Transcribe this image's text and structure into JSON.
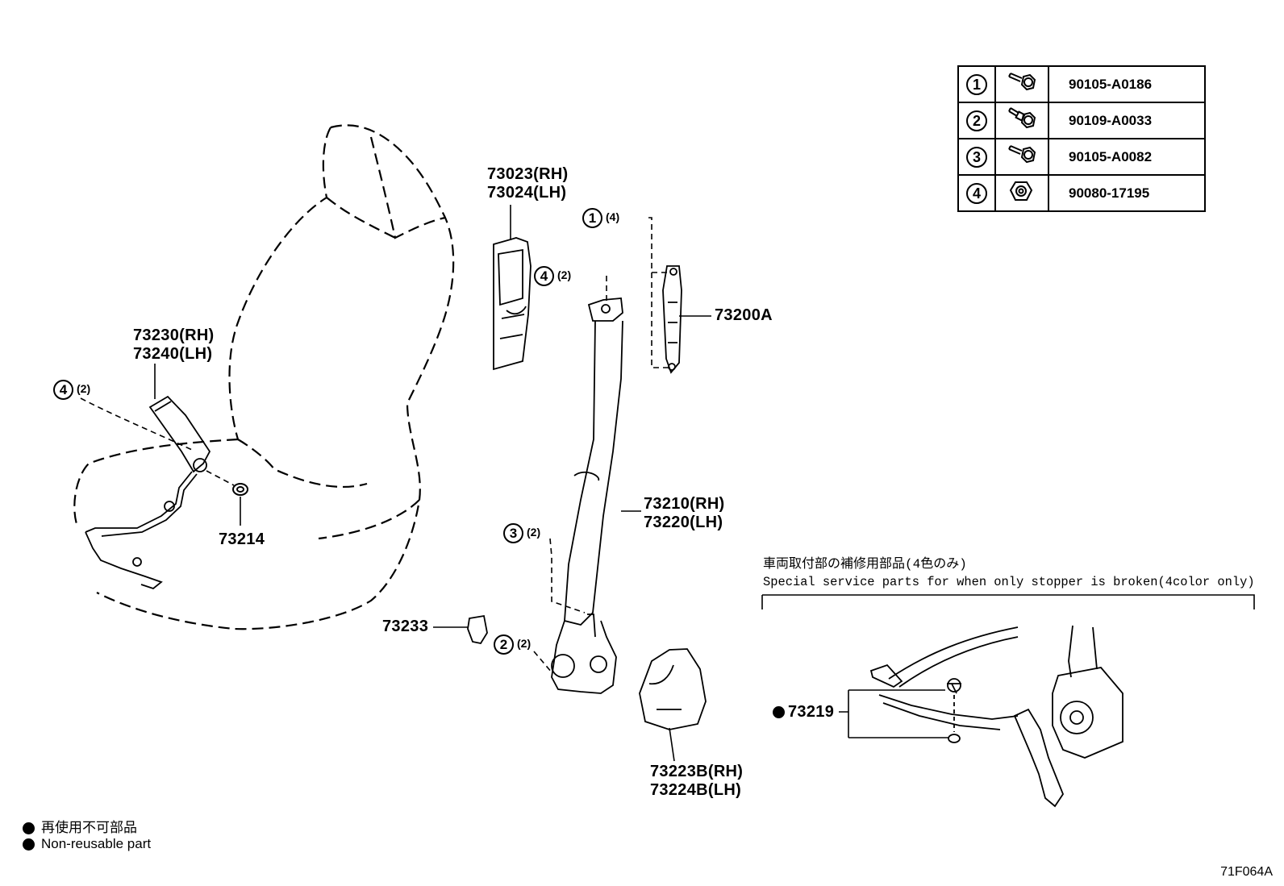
{
  "fastener_table": [
    {
      "ref": "1",
      "part_no": "90105-A0186",
      "icon": "flange-bolt-icon"
    },
    {
      "ref": "2",
      "part_no": "90109-A0033",
      "icon": "shoulder-bolt-icon"
    },
    {
      "ref": "3",
      "part_no": "90105-A0082",
      "icon": "flange-bolt-icon"
    },
    {
      "ref": "4",
      "part_no": "90080-17195",
      "icon": "flange-nut-icon"
    }
  ],
  "labels": {
    "p73023_rh": "73023(RH)",
    "p73024_lh": "73024(LH)",
    "p73230_rh": "73230(RH)",
    "p73240_lh": "73240(LH)",
    "p73214": "73214",
    "p73200a": "73200A",
    "p73210_rh": "73210(RH)",
    "p73220_lh": "73220(LH)",
    "p73233": "73233",
    "p73223b_rh": "73223B(RH)",
    "p73224b_lh": "73224B(LH)",
    "p73219": "73219"
  },
  "callouts": {
    "c1": {
      "ref": "1",
      "qty": "(4)"
    },
    "c4_top": {
      "ref": "4",
      "qty": "(2)"
    },
    "c4_left": {
      "ref": "4",
      "qty": "(2)"
    },
    "c3": {
      "ref": "3",
      "qty": "(2)"
    },
    "c2": {
      "ref": "2",
      "qty": "(2)"
    }
  },
  "service_note": {
    "jp": "車両取付部の補修用部品(4色のみ)",
    "en": "Special service parts for when only stopper is broken(4color only)"
  },
  "legend": {
    "jp": "再使用不可部品",
    "en": "Non-reusable part"
  },
  "diagram_code": "71F064A"
}
